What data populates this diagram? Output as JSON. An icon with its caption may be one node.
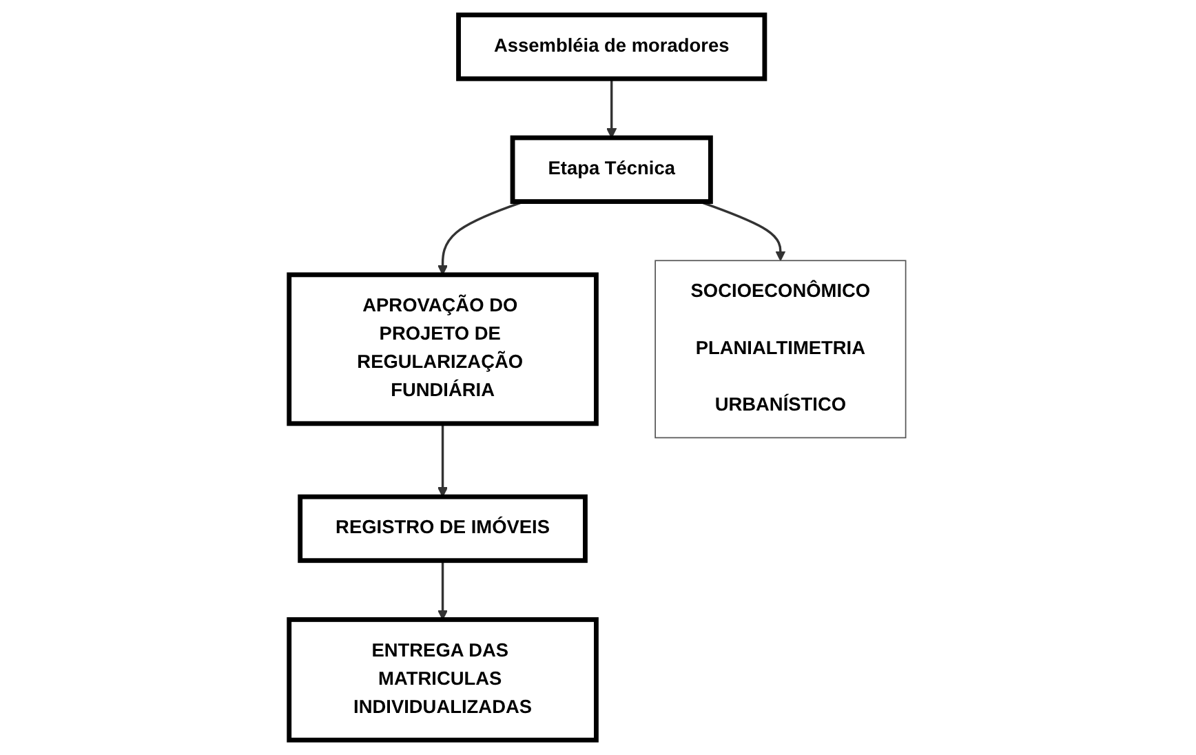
{
  "diagram": {
    "nodes": [
      {
        "text": [
          "Assembléia de moradores"
        ]
      },
      {
        "text": [
          "Etapa Técnica"
        ]
      },
      {
        "text": [
          "APROVAÇÃO DO PROJETO DE REGULARIZAÇÃO FUNDIÁRIA"
        ]
      },
      {
        "text": [
          "REGISTRO DE IMÓVEIS"
        ]
      },
      {
        "text": [
          "ENTREGA DAS MATRICULAS INDIVIDUALIZADAS"
        ]
      },
      {
        "text": [
          "SOCIOECONÔMICO",
          "PLANIALTIMETRIA",
          "URBANÍSTICO"
        ]
      }
    ],
    "edges": [
      {
        "from": 0,
        "to": 1,
        "arrow": "to"
      },
      {
        "from": 1,
        "to": 5,
        "arrow": "to"
      },
      {
        "from": 1,
        "to": 2,
        "arrow": "to"
      },
      {
        "from": 2,
        "to": 3,
        "arrow": "to"
      },
      {
        "from": 3,
        "to": 4,
        "arrow": "to"
      }
    ]
  }
}
